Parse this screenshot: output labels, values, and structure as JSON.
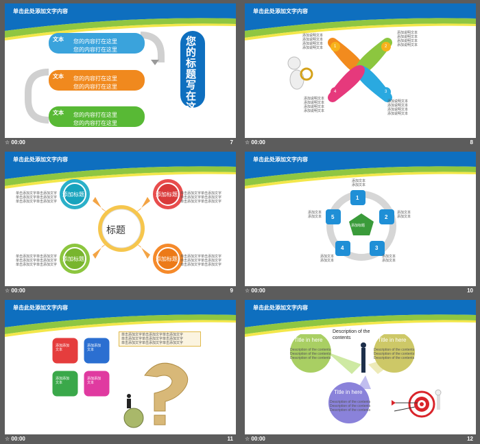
{
  "slide_header": "单击此处添加文字内容",
  "time_label": "00:00",
  "slides": [
    {
      "number": "7"
    },
    {
      "number": "8"
    },
    {
      "number": "9"
    },
    {
      "number": "10"
    },
    {
      "number": "11"
    },
    {
      "number": "12"
    }
  ],
  "s7": {
    "items": [
      {
        "tag": "文本",
        "line1": "您的内容打在这里",
        "line2": "您的内容打在这里",
        "color": "#3aa3dc"
      },
      {
        "tag": "文本",
        "line1": "您的内容打在这里",
        "line2": "您的内容打在这里",
        "color": "#f0891e"
      },
      {
        "tag": "文本",
        "line1": "您的内容打在这里",
        "line2": "您的内容打在这里",
        "color": "#58b935"
      }
    ],
    "vertical_title": "您的标题写在这里"
  },
  "s8": {
    "numbers": [
      "1",
      "2",
      "3",
      "4"
    ],
    "text_block": [
      "添加说明文本",
      "添加说明文本",
      "添加说明文本",
      "添加说明文本"
    ]
  },
  "s9": {
    "center": "标题",
    "bubbles": [
      "添加标题",
      "添加标题",
      "添加标题",
      "添加标题"
    ],
    "side_text": [
      "单击添加文字单击添加文字",
      "单击添加文字单击添加文字",
      "单击添加文字单击添加文字"
    ]
  },
  "s10": {
    "center": "添加标题",
    "numbers": [
      "1",
      "2",
      "3",
      "4",
      "5"
    ],
    "label": "添加文本"
  },
  "s11": {
    "boxes": [
      "添加添加文本",
      "添加添加文本",
      "添加添加文本",
      "添加添加文本"
    ],
    "note_line": "单击添加文字单击添加文字单击添加文字"
  },
  "s12": {
    "description_title": "Description of the contents",
    "circles": [
      "Title in here",
      "Title in here",
      "Title in here"
    ],
    "desc_line": "Description of the contents"
  }
}
